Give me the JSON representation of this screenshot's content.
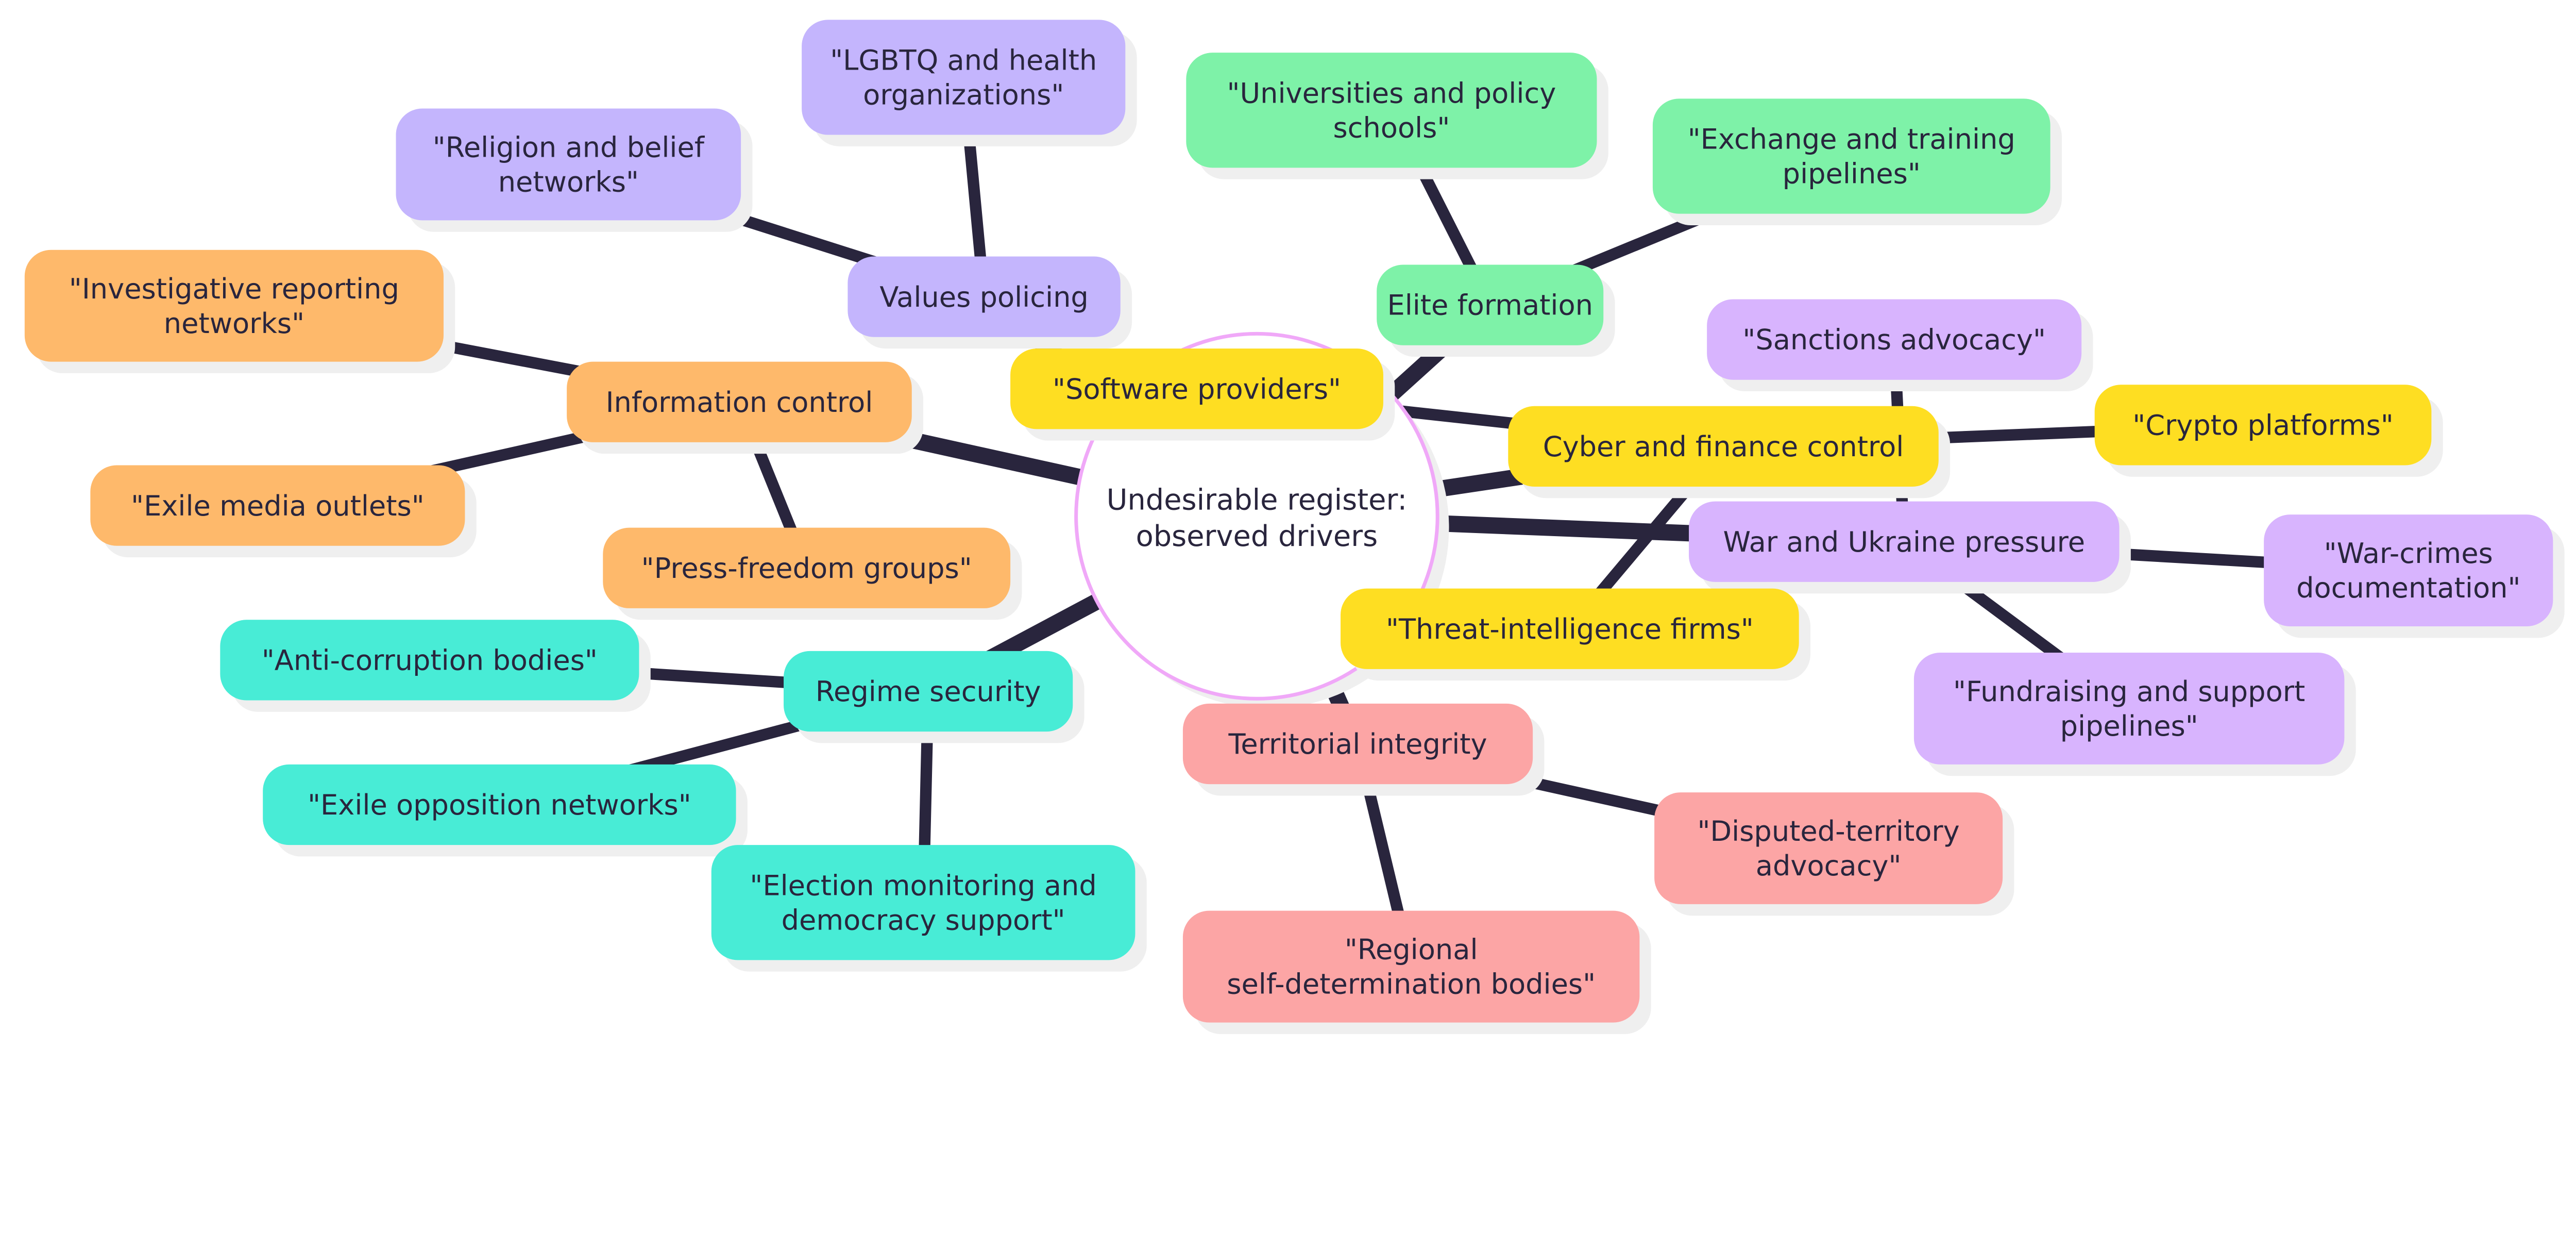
{
  "title": "Undesirable register: observed drivers",
  "colors": {
    "edge": "#29253d",
    "center_border": "#f0a8f8",
    "shadow": "#efefef",
    "values": "#c4b5fd",
    "information": "#feb96b",
    "regime": "#48ecd6",
    "territorial": "#fca5a5",
    "war": "#d8b4fe",
    "cyber": "#fede22",
    "elite": "#7ef2a8"
  },
  "center": {
    "id": "center",
    "lines": [
      "Undesirable register:",
      "observed drivers"
    ]
  },
  "nodes": [
    {
      "id": "values",
      "parent": "center",
      "color": "values",
      "lines": [
        "Values policing"
      ]
    },
    {
      "id": "lgbtq",
      "parent": "values",
      "color": "values",
      "lines": [
        "\"LGBTQ and health",
        "organizations\""
      ]
    },
    {
      "id": "religion",
      "parent": "values",
      "color": "values",
      "lines": [
        "\"Religion and belief",
        "networks\""
      ]
    },
    {
      "id": "information",
      "parent": "center",
      "color": "information",
      "lines": [
        "Information control"
      ]
    },
    {
      "id": "investigative",
      "parent": "information",
      "color": "information",
      "lines": [
        "\"Investigative reporting",
        "networks\""
      ]
    },
    {
      "id": "exile-media",
      "parent": "information",
      "color": "information",
      "lines": [
        "\"Exile media outlets\""
      ]
    },
    {
      "id": "press",
      "parent": "information",
      "color": "information",
      "lines": [
        "\"Press-freedom groups\""
      ]
    },
    {
      "id": "regime",
      "parent": "center",
      "color": "regime",
      "lines": [
        "Regime security"
      ]
    },
    {
      "id": "anticorruption",
      "parent": "regime",
      "color": "regime",
      "lines": [
        "\"Anti-corruption bodies\""
      ]
    },
    {
      "id": "exile-opposition",
      "parent": "regime",
      "color": "regime",
      "lines": [
        "\"Exile opposition networks\""
      ]
    },
    {
      "id": "election",
      "parent": "regime",
      "color": "regime",
      "lines": [
        "\"Election monitoring and",
        "democracy support\""
      ]
    },
    {
      "id": "territorial",
      "parent": "center",
      "color": "territorial",
      "lines": [
        "Territorial integrity"
      ]
    },
    {
      "id": "disputed",
      "parent": "territorial",
      "color": "territorial",
      "lines": [
        "\"Disputed-territory",
        "advocacy\""
      ]
    },
    {
      "id": "regional",
      "parent": "territorial",
      "color": "territorial",
      "lines": [
        "\"Regional",
        "self-determination bodies\""
      ]
    },
    {
      "id": "war",
      "parent": "center",
      "color": "war",
      "lines": [
        "War and Ukraine pressure"
      ]
    },
    {
      "id": "sanctions",
      "parent": "war",
      "color": "war",
      "lines": [
        "\"Sanctions advocacy\""
      ]
    },
    {
      "id": "warcrimes",
      "parent": "war",
      "color": "war",
      "lines": [
        "\"War-crimes",
        "documentation\""
      ]
    },
    {
      "id": "fundraising",
      "parent": "war",
      "color": "war",
      "lines": [
        "\"Fundraising and support",
        "pipelines\""
      ]
    },
    {
      "id": "cyber",
      "parent": "center",
      "color": "cyber",
      "lines": [
        "Cyber and finance control"
      ]
    },
    {
      "id": "crypto",
      "parent": "cyber",
      "color": "cyber",
      "lines": [
        "\"Crypto platforms\""
      ]
    },
    {
      "id": "threat",
      "parent": "cyber",
      "color": "cyber",
      "lines": [
        "\"Threat-intelligence firms\""
      ]
    },
    {
      "id": "software",
      "parent": "cyber",
      "color": "cyber",
      "lines": [
        "\"Software providers\""
      ]
    },
    {
      "id": "elite",
      "parent": "center",
      "color": "elite",
      "lines": [
        "Elite formation"
      ]
    },
    {
      "id": "universities",
      "parent": "elite",
      "color": "elite",
      "lines": [
        "\"Universities and policy",
        "schools\""
      ]
    },
    {
      "id": "exchange",
      "parent": "elite",
      "color": "elite",
      "lines": [
        "\"Exchange and training",
        "pipelines\""
      ]
    }
  ]
}
